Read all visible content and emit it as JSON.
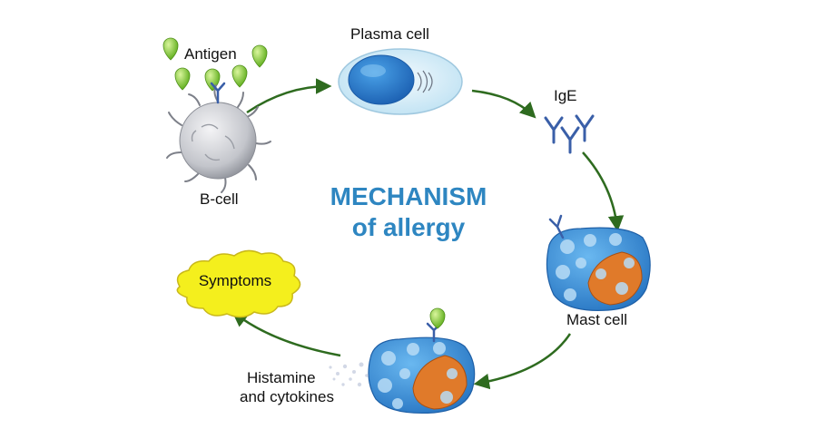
{
  "title": {
    "line1": "MECHANISM",
    "line2": "of allergy"
  },
  "labels": {
    "antigen": "Antigen",
    "plasma_cell": "Plasma cell",
    "ige": "IgE",
    "b_cell": "B-cell",
    "mast_cell": "Mast cell",
    "symptoms": "Symptoms",
    "histamine_line1": "Histamine",
    "histamine_line2": "and cytokines"
  },
  "colors": {
    "title": "#2e86c1",
    "arrow": "#2e6b1f",
    "antigen": "#8fd13a",
    "antibody": "#3a5fa8",
    "cell_blue": "#3b8fd9",
    "granule_orange": "#e07a2a",
    "symptoms_cloud": "#f4ef1d"
  },
  "icons": [
    "antigen-icon",
    "b-cell-icon",
    "plasma-cell-icon",
    "ige-antibody-icon",
    "mast-cell-icon",
    "degranulating-mast-cell-icon",
    "symptoms-cloud-icon"
  ]
}
